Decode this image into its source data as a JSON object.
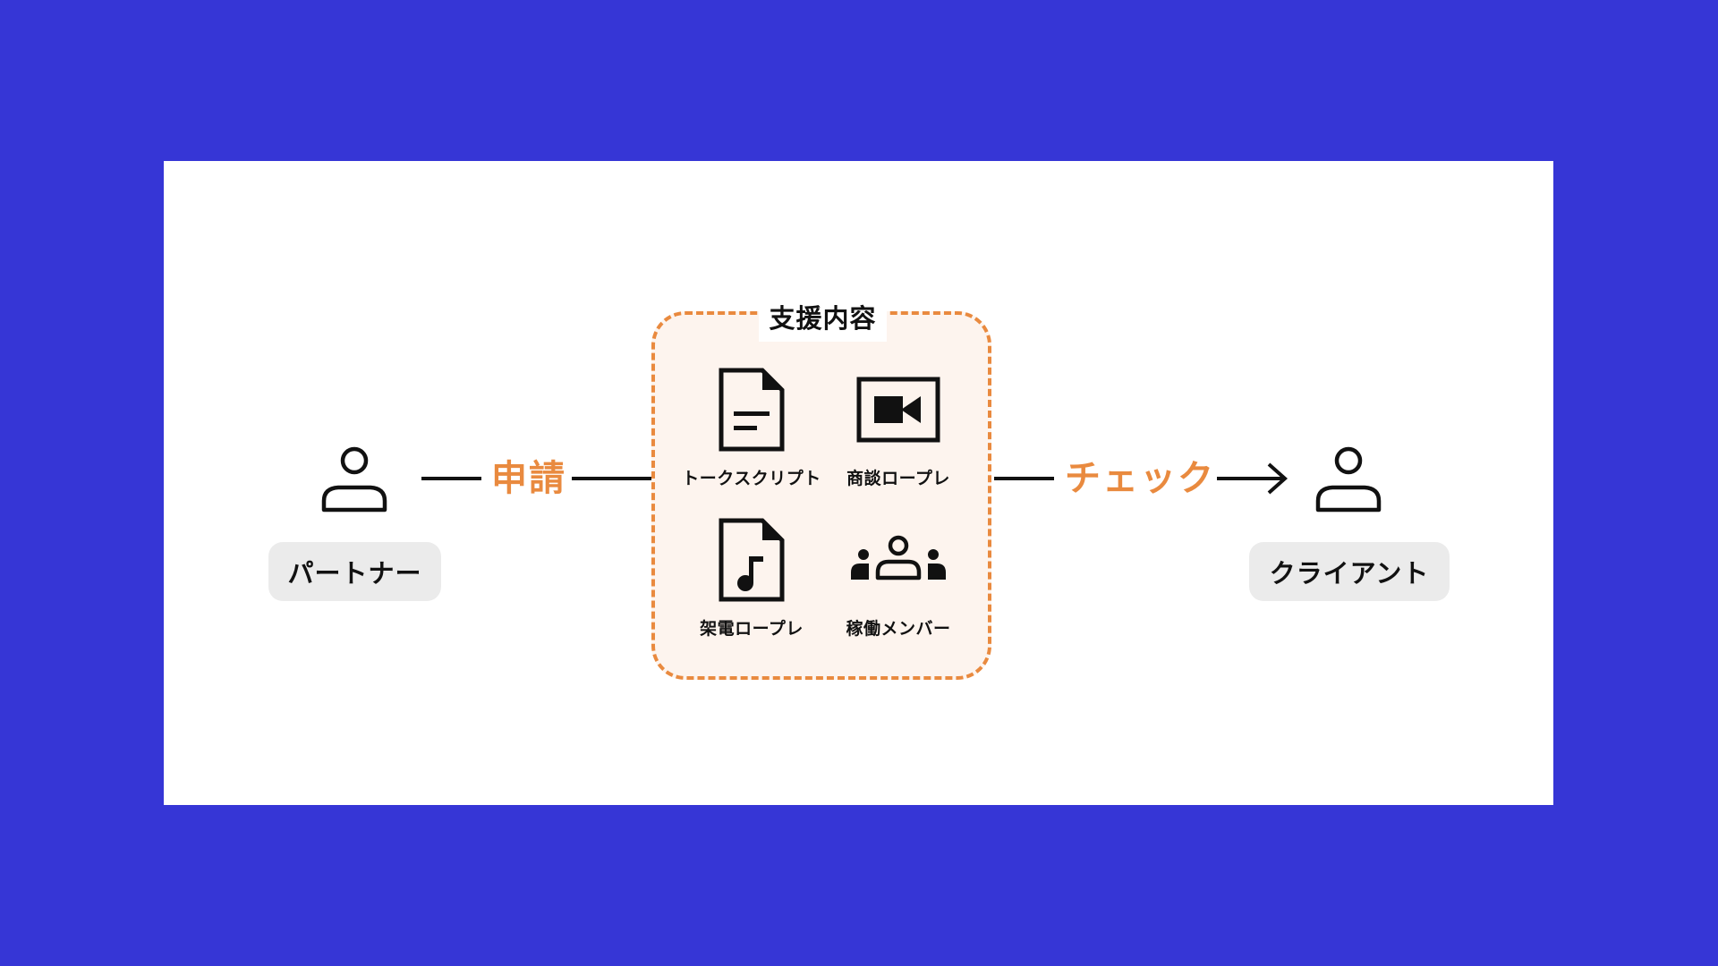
{
  "colors": {
    "background": "#3636d6",
    "card": "#ffffff",
    "accent": "#e98a3f",
    "box_fill": "#fdf4ee",
    "pill": "#ebebeb",
    "ink": "#111111"
  },
  "partner": {
    "icon": "person-icon",
    "label": "パートナー"
  },
  "client": {
    "icon": "person-icon",
    "label": "クライアント"
  },
  "flow": {
    "apply_label": "申請",
    "check_label": "チェック"
  },
  "support": {
    "title": "支援内容",
    "items": [
      {
        "label": "トークスクリプト",
        "icon": "document-icon"
      },
      {
        "label": "商談ロープレ",
        "icon": "video-camera-icon"
      },
      {
        "label": "架電ロープレ",
        "icon": "audio-file-icon"
      },
      {
        "label": "稼働メンバー",
        "icon": "group-icon"
      }
    ]
  }
}
